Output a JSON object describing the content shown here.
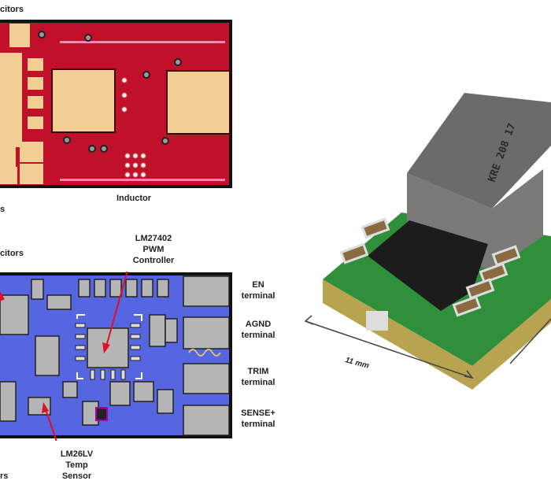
{
  "top_board": {
    "caption_capacitors": "citors",
    "caption_inductor": "Inductor",
    "caption_left": "s"
  },
  "bottom_board": {
    "caption_capacitors": "citors",
    "caption_controller": [
      "LM27402",
      "PWM",
      "Controller"
    ],
    "caption_sensor": [
      "LM26LV",
      "Temp",
      "Sensor"
    ],
    "caption_left": "rs",
    "terminals": [
      {
        "name": "EN",
        "sub": "terminal"
      },
      {
        "name": "AGND",
        "sub": "terminal"
      },
      {
        "name": "TRIM",
        "sub": "terminal"
      },
      {
        "name": "SENSE+",
        "sub": "terminal"
      }
    ]
  },
  "module_photo": {
    "dimension_label": "11 mm",
    "inductor_marking": "KRE 208 17"
  },
  "colors": {
    "top_copper": "#c0102a",
    "pad": "#f1cf94",
    "bottom_copper": "#5566e0",
    "bottom_pad": "#b5b5b5"
  }
}
